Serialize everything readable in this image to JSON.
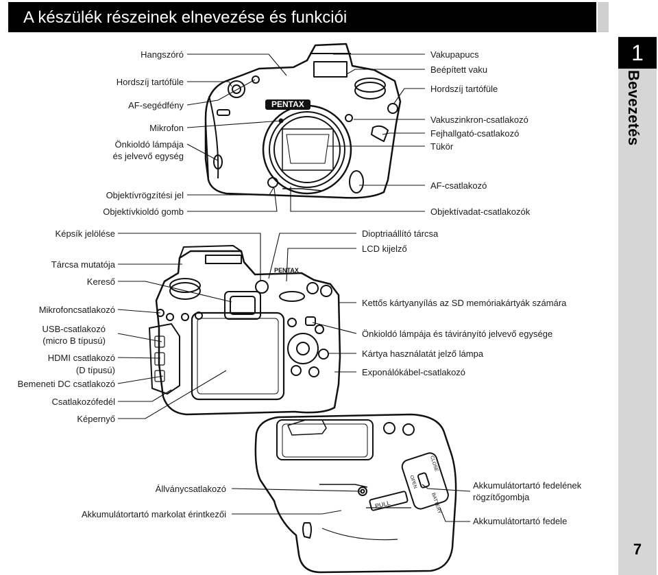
{
  "header": {
    "title": "A készülék részeinek elnevezése és funkciói"
  },
  "side_tab": {
    "chapter_number": "1",
    "chapter_name": "Bevezetés"
  },
  "page_number": "7",
  "front_view": {
    "left_labels": [
      "Hangszóró",
      "Hordszíj tartófüle",
      "AF-segédfény",
      "Mikrofon",
      "Önkioldó lámpája",
      "és jelvevő egység",
      "Objektívrögzítési jel",
      "Objektívkioldó gomb"
    ],
    "right_labels": [
      "Vakupapucs",
      "Beépített vaku",
      "Hordszíj tartófüle",
      "Vakuszinkron-csatlakozó",
      "Fejhallgató-csatlakozó",
      "Tükör",
      "AF-csatlakozó",
      "Objektívadat-csatlakozók"
    ],
    "brand": "PENTAX"
  },
  "back_view": {
    "left_labels": [
      "Képsík jelölése",
      "Tárcsa mutatója",
      "Kereső",
      "Mikrofoncsatlakozó",
      "USB-csatlakozó",
      "(micro B típusú)",
      "HDMI csatlakozó",
      "(D típusú)",
      "Bemeneti DC csatlakozó",
      "Csatlakozófedél",
      "Képernyő"
    ],
    "right_labels": [
      "Dioptriaállító tárcsa",
      "LCD kijelző",
      "Kettős kártyanyílás az SD memóriakártyák számára",
      "Önkioldó lámpája és távirányító jelvevő egysége",
      "Kártya használatát jelző lámpa",
      "Exponálókábel-csatlakozó"
    ],
    "brand": "PENTAX"
  },
  "bottom_view": {
    "left_labels": [
      "Állványcsatlakozó",
      "Akkumulátortartó markolat érintkezői"
    ],
    "right_labels": [
      "Akkumulátortartó fedelének",
      "rögzítőgombja",
      "Akkumulátortartó fedele"
    ],
    "camera_text": {
      "pull": "PULL",
      "open": "OPEN",
      "close": "CLOSE",
      "battery": "BATTERY"
    }
  }
}
